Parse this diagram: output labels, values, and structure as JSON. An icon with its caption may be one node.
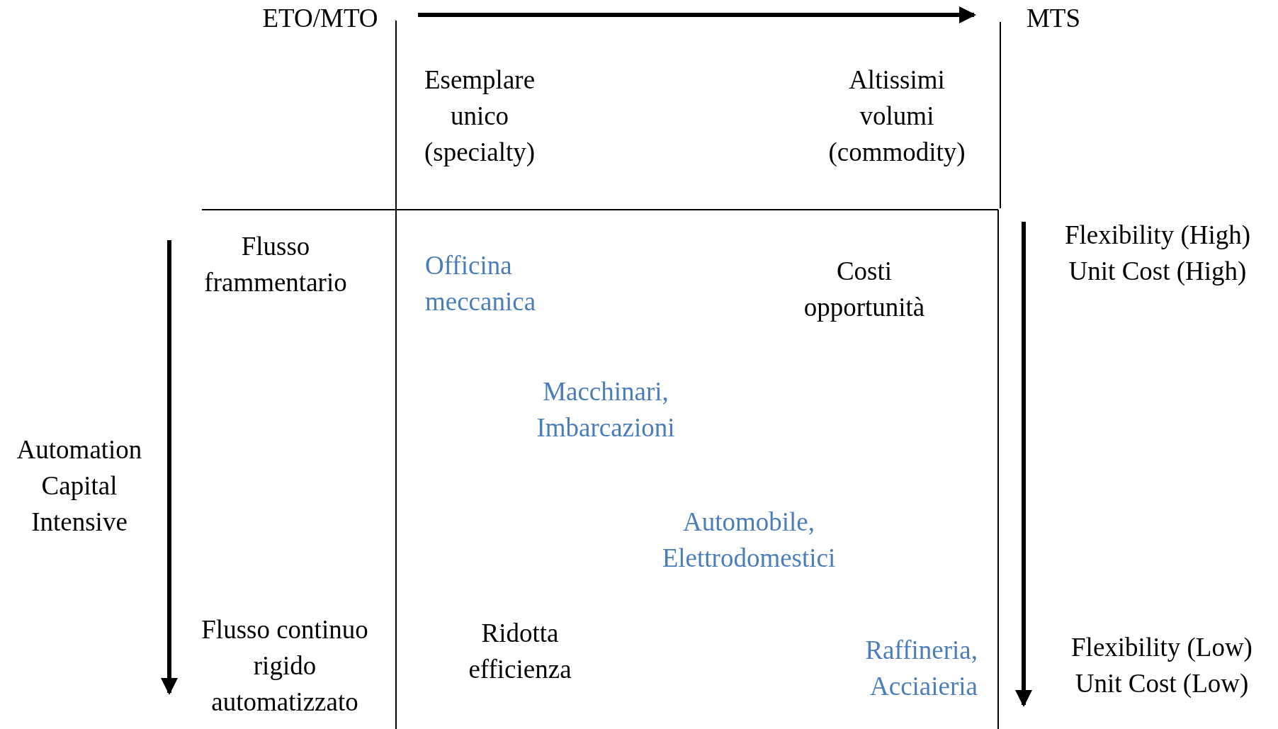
{
  "diagram": {
    "labels": [
      "ETO/MTO",
      "MTS",
      "Esemplare unico (specialty)",
      "Altissimi volumi (commodity)",
      "Flusso frammentario",
      "Officina meccanica",
      "Costi opportunità",
      "Flexibility (High) Unit Cost (High)",
      "Automation Capital Intensive",
      "Macchinari, Imbarcazioni",
      "Automobile, Elettrodomestici",
      "Flusso continuo rigido automatizzato",
      "Ridotta efficienza",
      "Raffineria, Acciaieria",
      "Flexibility (Low) Unit Cost (Low)"
    ]
  }
}
